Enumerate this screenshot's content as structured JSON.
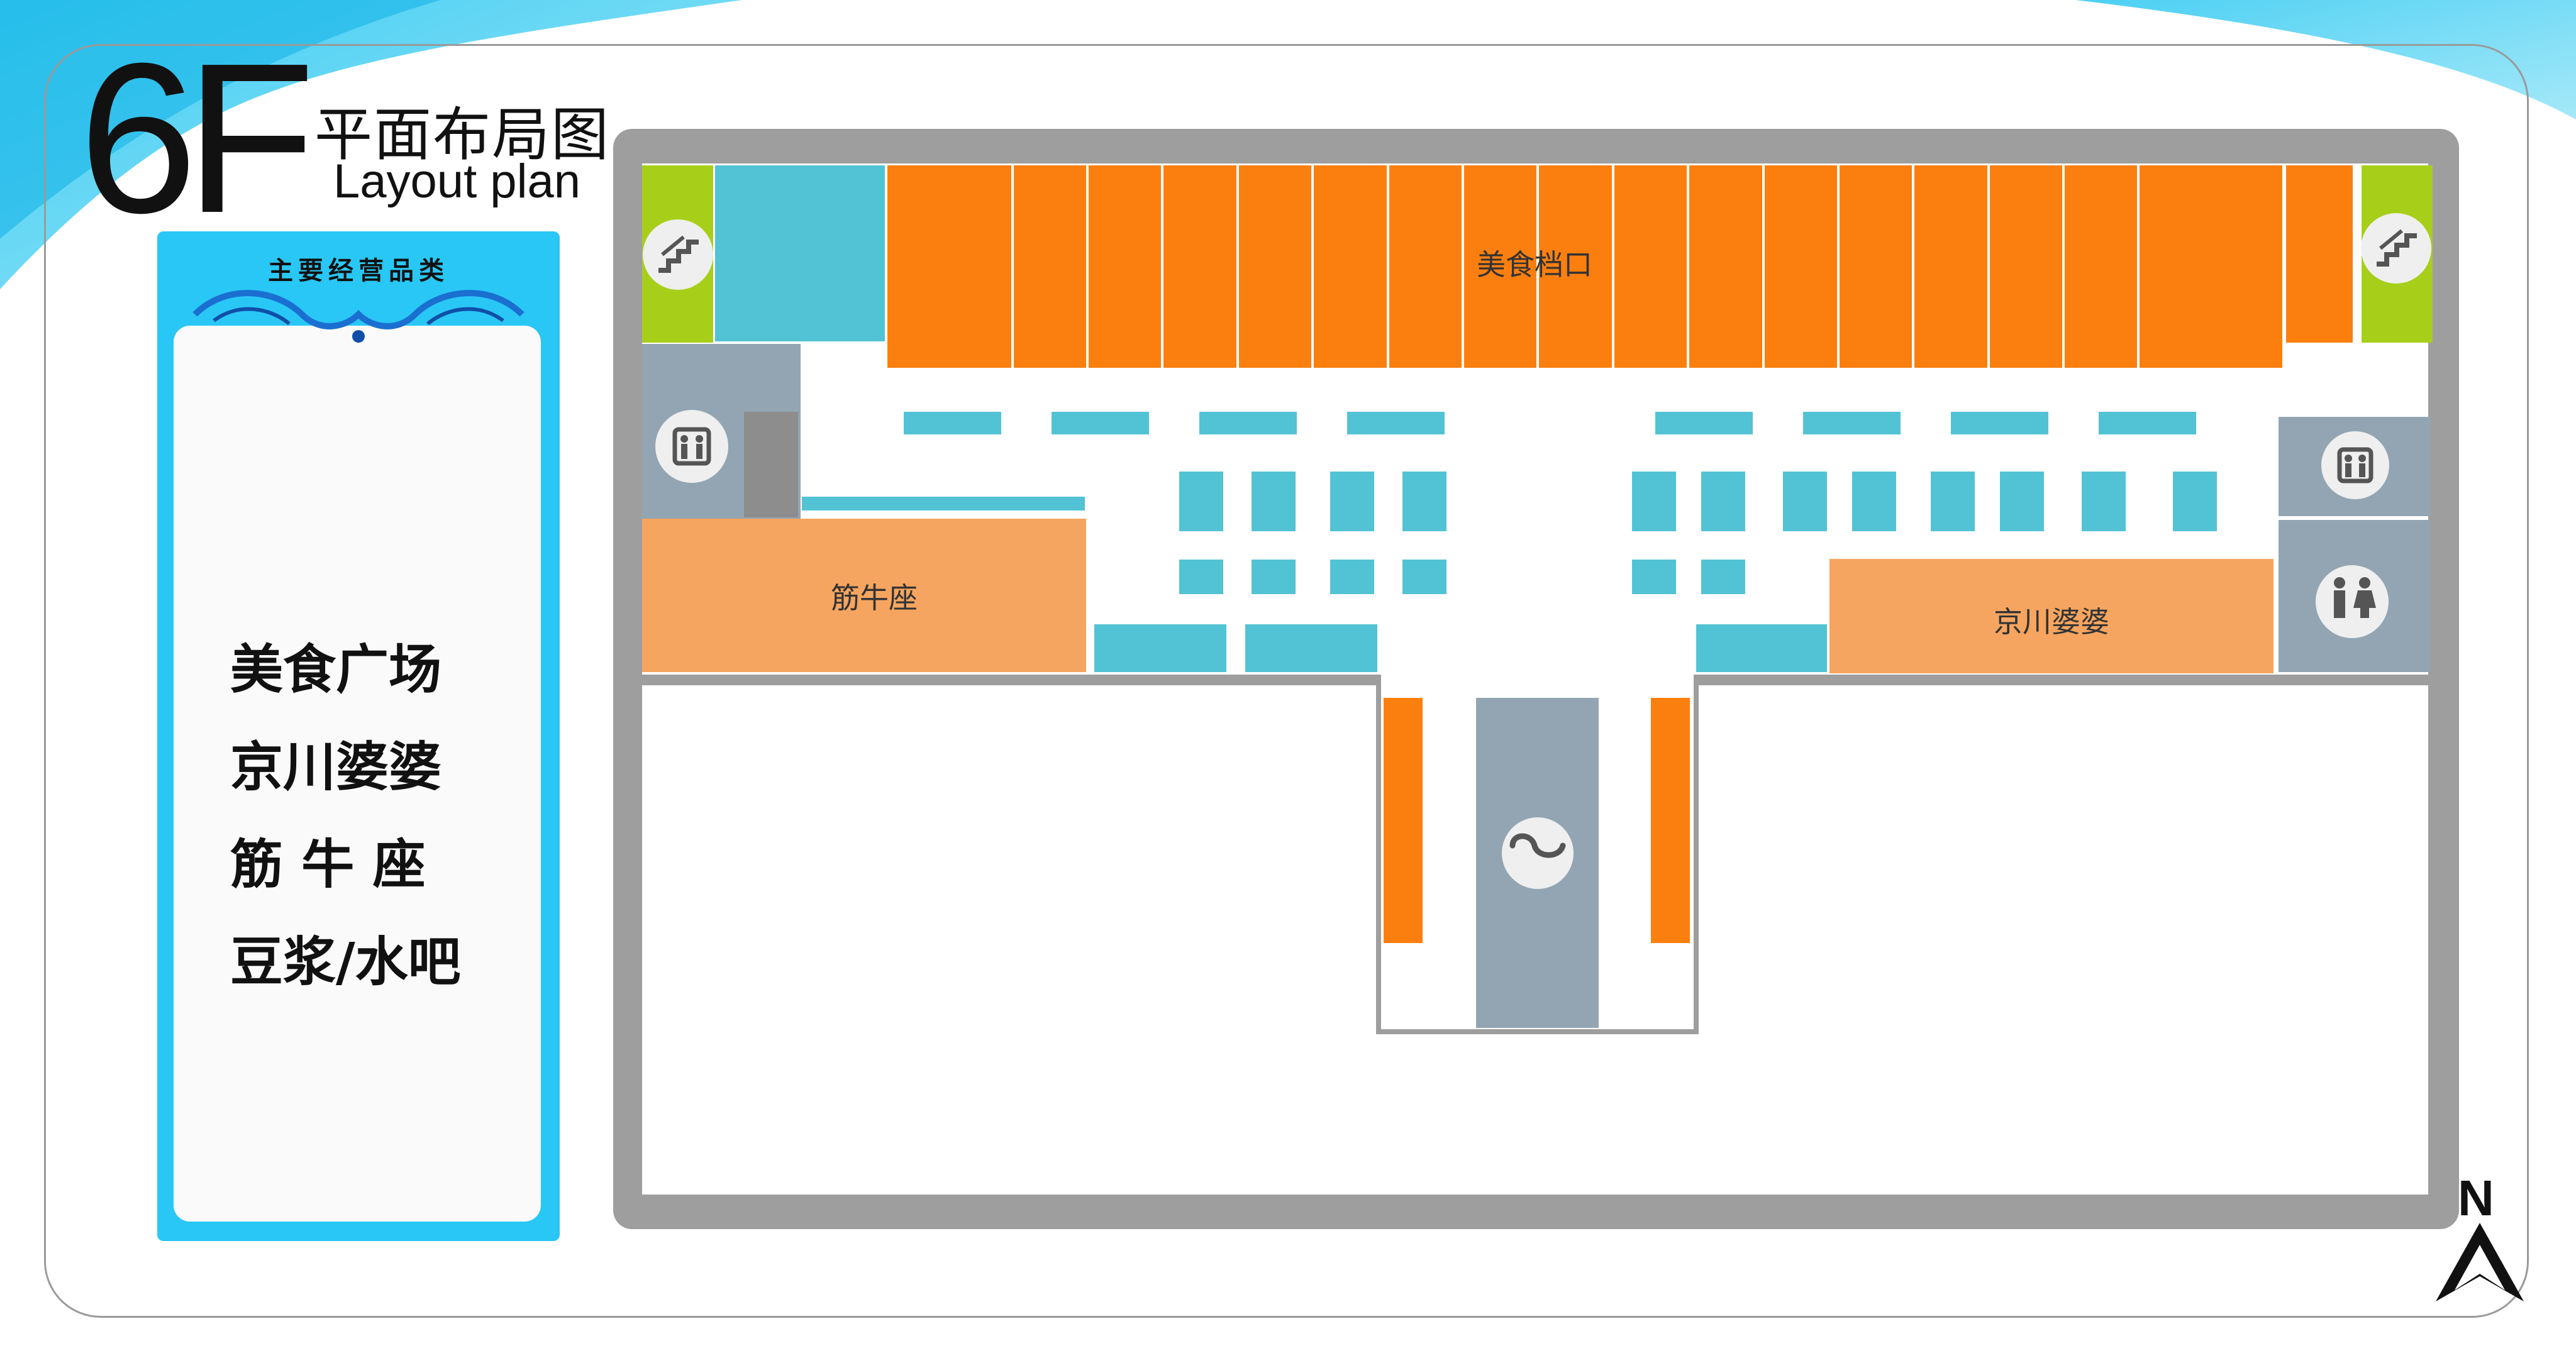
{
  "header": {
    "floor": "6F",
    "title_cn": "平面布局图",
    "title_en": "Layout plan"
  },
  "panel": {
    "heading": "主要经营品类",
    "categories": [
      "美食广场",
      "京川婆婆",
      "筋 牛 座",
      "豆浆/水吧"
    ]
  },
  "map": {
    "areas": {
      "food_stalls": "美食档口",
      "jinniuzuo": "筋牛座",
      "jingchuan": "京川婆婆"
    },
    "icons": [
      "stairs-icon",
      "elevator-icon",
      "escalator-icon",
      "restroom-icon"
    ]
  },
  "compass": {
    "north": "N"
  },
  "colors": {
    "stall_orange": "#fb7f0f",
    "restaurant_orange": "#f6a560",
    "seat_teal": "#52c3d4",
    "stairs_green": "#a7cf1a",
    "service_gray": "#93a5b2",
    "wall_gray": "#9e9e9e",
    "panel_blue": "#29c7f5"
  }
}
